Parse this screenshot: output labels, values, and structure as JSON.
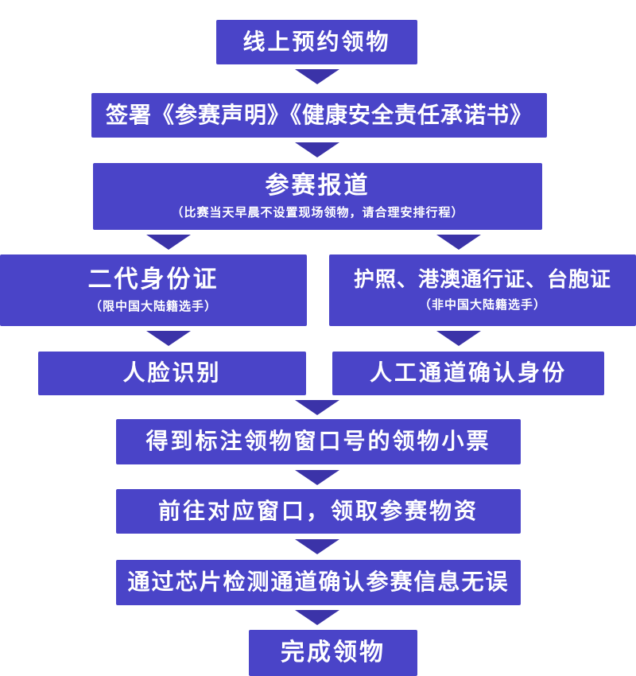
{
  "colors": {
    "box": "#4a44c8",
    "arrow": "#3b33a8",
    "text": "#ffffff",
    "background": "#ffffff"
  },
  "flow": {
    "step_online": {
      "title": "线上预约领物"
    },
    "step_sign": {
      "title": "签署《参赛声明》《健康安全责任承诺书》"
    },
    "step_checkin": {
      "title": "参赛报道",
      "subtitle": "（比赛当天早晨不设置现场领物，请合理安排行程）"
    },
    "branch_mainland_id": {
      "title": "二代身份证",
      "subtitle": "（限中国大陆籍选手）"
    },
    "branch_passport": {
      "title": "护照、港澳通行证、台胞证",
      "subtitle": "（非中国大陆籍选手）"
    },
    "step_face": {
      "title": "人脸识别"
    },
    "step_manual": {
      "title": "人工通道确认身份"
    },
    "step_ticket": {
      "title": "得到标注领物窗口号的领物小票"
    },
    "step_window": {
      "title": "前往对应窗口，领取参赛物资"
    },
    "step_chip": {
      "title": "通过芯片检测通道确认参赛信息无误"
    },
    "step_done": {
      "title": "完成领物"
    }
  }
}
